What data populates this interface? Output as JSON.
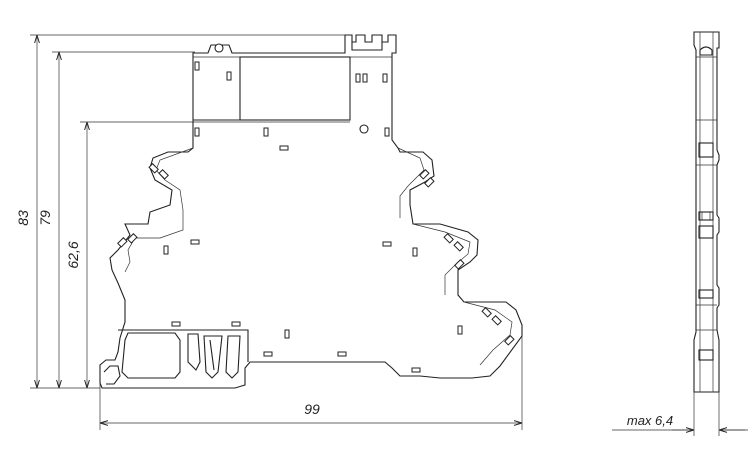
{
  "dimensions": {
    "height_total": "83",
    "height_mid": "79",
    "height_body": "62,6",
    "width": "99",
    "thickness": "max 6,4"
  }
}
